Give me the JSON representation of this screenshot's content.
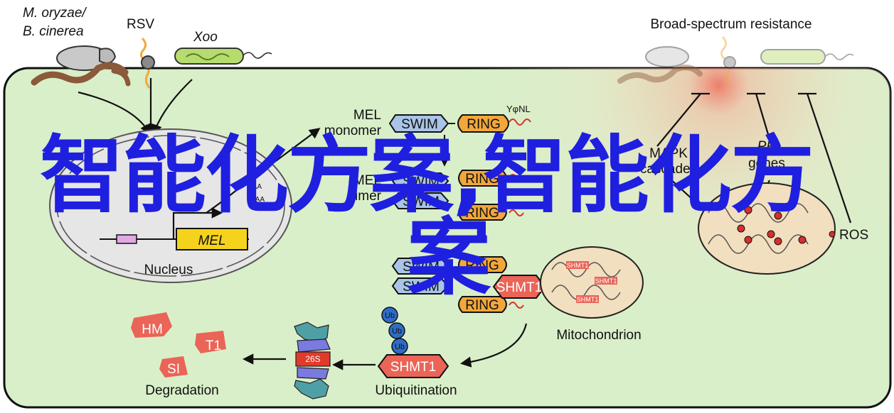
{
  "pathogens": {
    "fungi_line1": "M. oryzae/",
    "fungi_line2": "B. cinerea",
    "virus": "RSV",
    "bacteria": "Xoo",
    "resistance": "Broad-spectrum resistance"
  },
  "proteins": {
    "swim": "SWIM",
    "ring": "RING",
    "shmt1": "SHMT1",
    "ub": "Ub",
    "proteasome": "26S",
    "ypnl": "YφNL",
    "aaa": "AAA"
  },
  "labels": {
    "mel_line1": "MEL",
    "mel_line2": "monomer",
    "mel_dimer_line1": "MEL",
    "mel_dimer_line2": "dimer",
    "mel_gene": "MEL",
    "nucleus": "Nucleus",
    "mapk_line1": "MAPK",
    "mapk_line2": "cascades",
    "pr_line1": "PR",
    "pr_line2": "genes",
    "ros": "ROS",
    "mitochondrion": "Mitochondrion",
    "ubiquitination": "Ubiquitination",
    "degradation": "Degradation",
    "fragments": [
      "HM",
      "T1",
      "SI"
    ]
  },
  "watermark": {
    "line1": "智能化方案,智能化方",
    "line2": "案"
  },
  "colors": {
    "cell_fill": "#d9efc9",
    "swim_fill": "#a9c4e6",
    "ring_fill": "#f2a73b",
    "shmt1_fill": "#ea6457",
    "ub_fill": "#2e6cc7",
    "watermark": "#1f1fe0",
    "gene_fill": "#f5d31c"
  }
}
